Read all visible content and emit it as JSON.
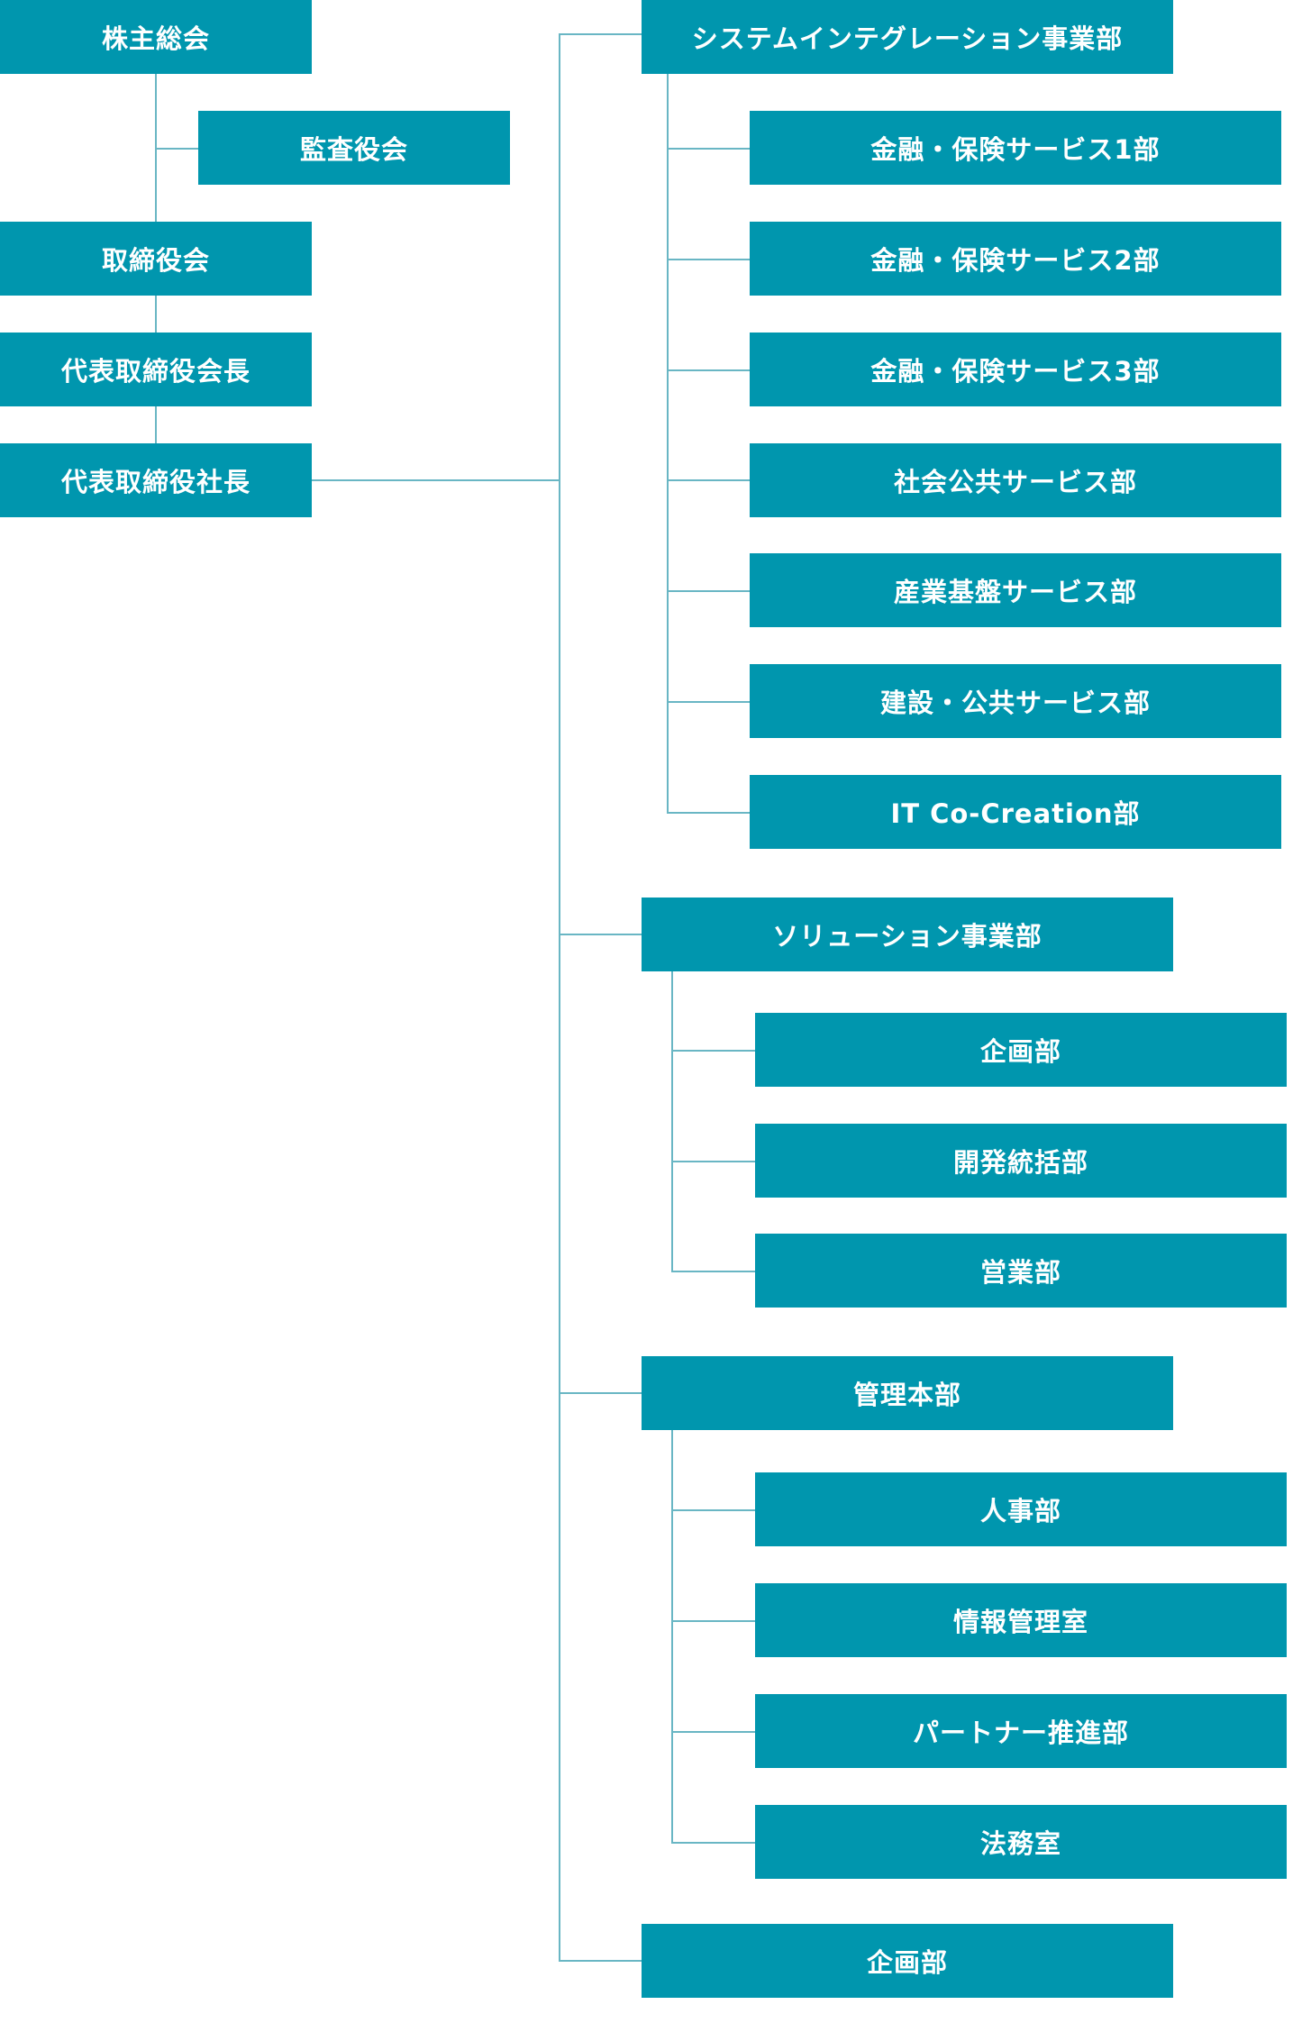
{
  "colors": {
    "box": "#0096ae",
    "line": "#69b6c4",
    "text": "#ffffff"
  },
  "governance": {
    "shareholders": "株主総会",
    "auditors": "監査役会",
    "board": "取締役会",
    "chairman": "代表取締役会長",
    "president": "代表取締役社長"
  },
  "si_division": {
    "label": "システムインテグレーション事業部",
    "departments": [
      "金融・保険サービス1部",
      "金融・保険サービス2部",
      "金融・保険サービス3部",
      "社会公共サービス部",
      "産業基盤サービス部",
      "建設・公共サービス部",
      "IT Co-Creation部"
    ]
  },
  "solution_division": {
    "label": "ソリューション事業部",
    "departments": [
      "企画部",
      "開発統括部",
      "営業部"
    ]
  },
  "admin_division": {
    "label": "管理本部",
    "departments": [
      "人事部",
      "情報管理室",
      "パートナー推進部",
      "法務室"
    ]
  },
  "planning_department": {
    "label": "企画部"
  }
}
